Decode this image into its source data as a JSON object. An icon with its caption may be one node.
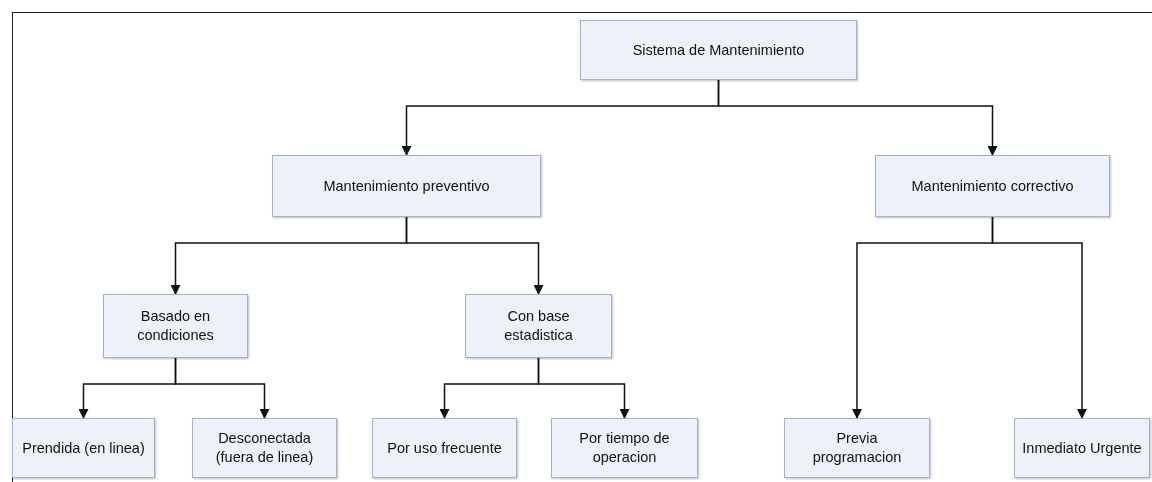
{
  "diagram": {
    "nodes": [
      {
        "text": [
          "Sistema de Mantenimiento"
        ]
      },
      {
        "text": [
          "Mantenimiento preventivo"
        ]
      },
      {
        "text": [
          "Mantenimiento correctivo"
        ]
      },
      {
        "text": [
          "Basado en condiciones"
        ]
      },
      {
        "text": [
          "Con base estadistica"
        ]
      },
      {
        "text": [
          "Prendida (en linea)"
        ]
      },
      {
        "text": [
          "Desconectada (fuera de linea)"
        ]
      },
      {
        "text": [
          "Por uso frecuente"
        ]
      },
      {
        "text": [
          "Por tiempo de operacion"
        ]
      },
      {
        "text": [
          "Previa programacion"
        ]
      },
      {
        "text": [
          "Inmediato Urgente"
        ]
      }
    ],
    "edges": [
      {
        "from": 0,
        "to": 1,
        "arrow": "to"
      },
      {
        "from": 0,
        "to": 2,
        "arrow": "to"
      },
      {
        "from": 1,
        "to": 3,
        "arrow": "to"
      },
      {
        "from": 1,
        "to": 4,
        "arrow": "to"
      },
      {
        "from": 3,
        "to": 5,
        "arrow": "to"
      },
      {
        "from": 3,
        "to": 6,
        "arrow": "to"
      },
      {
        "from": 4,
        "to": 7,
        "arrow": "to"
      },
      {
        "from": 4,
        "to": 8,
        "arrow": "to"
      },
      {
        "from": 2,
        "to": 9,
        "arrow": "to"
      },
      {
        "from": 2,
        "to": 10,
        "arrow": "to"
      }
    ]
  }
}
